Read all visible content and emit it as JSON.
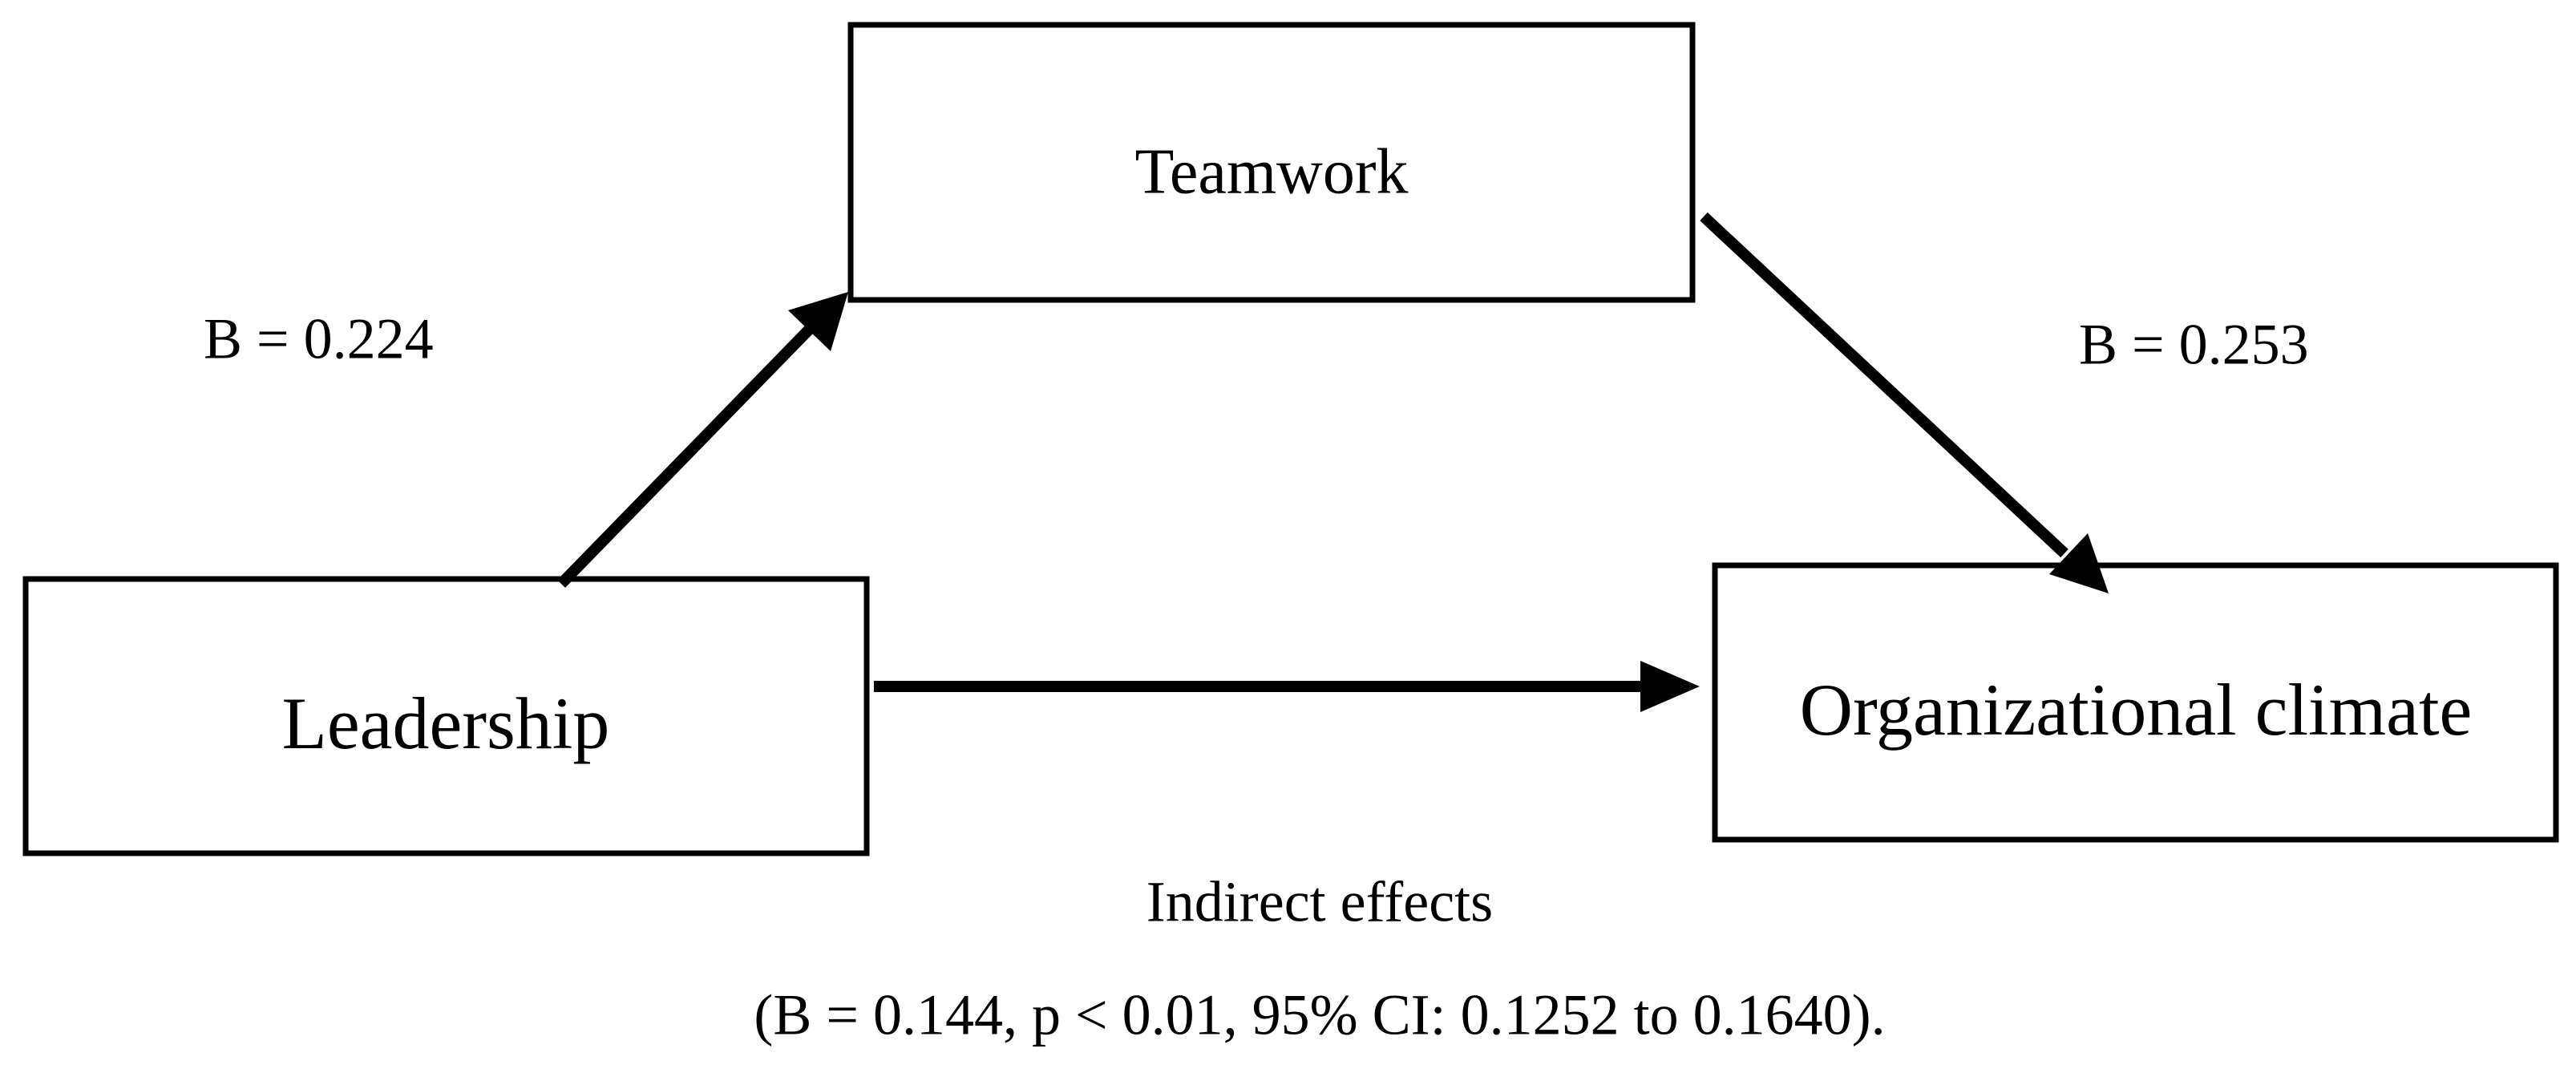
{
  "nodes": {
    "teamwork": "Teamwork",
    "leadership": "Leadership",
    "climate": "Organizational climate"
  },
  "edges": {
    "leadership_to_teamwork": "B = 0.224",
    "teamwork_to_climate": "B = 0.253"
  },
  "indirect": {
    "title": "Indirect effects",
    "stats": "(B = 0.144, p < 0.01, 95% CI: 0.1252 to 0.1640)."
  },
  "colors": {
    "stroke": "#000000",
    "background": "#ffffff"
  }
}
